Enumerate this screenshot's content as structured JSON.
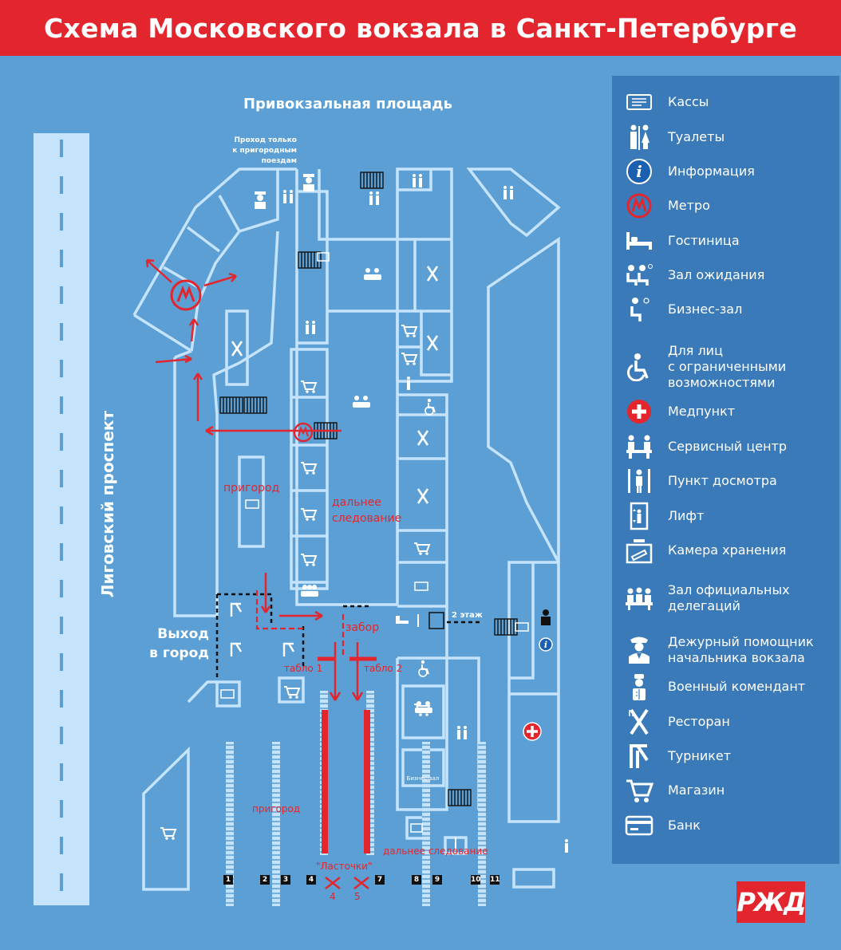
{
  "header": {
    "title": "Схема Московского вокзала в Санкт-Петербурге"
  },
  "map": {
    "square_label": "Привокзальная площадь",
    "street_label": "Лиговский проспект",
    "suburban_pass_note": "Проход только\nк пригородным\nпоездам",
    "exit_label": "Выход\nв город",
    "floor2_label": "2 этаж",
    "business_hall_small": "Бизнес-зал",
    "annotations": {
      "suburban_top": "пригород",
      "long_distance_top": "дальнее\nследование",
      "fence": "забор",
      "board1": "табло 1",
      "board2": "табло 2",
      "suburban_bottom": "пригород",
      "long_distance_bottom": "дальнее следование",
      "lastochki": "\"Ласточки\"",
      "num4": "4",
      "num5": "5"
    },
    "platforms": [
      "1",
      "2",
      "3",
      "4",
      "7",
      "8",
      "9",
      "10",
      "11"
    ],
    "colors": {
      "background": "#5b9fd4",
      "outline": "#c5e4fb",
      "accent": "#e3262d",
      "legend_bg": "#3a7ab8"
    }
  },
  "legend": {
    "items": [
      {
        "icon": "ticket-office-icon",
        "label": "Кассы"
      },
      {
        "icon": "toilet-icon",
        "label": "Туалеты"
      },
      {
        "icon": "info-icon",
        "label": "Информация"
      },
      {
        "icon": "metro-icon",
        "label": "Метро"
      },
      {
        "icon": "hotel-bed-icon",
        "label": "Гостиница"
      },
      {
        "icon": "waiting-room-icon",
        "label": "Зал ожидания"
      },
      {
        "icon": "business-lounge-icon",
        "label": "Бизнес-зал"
      },
      {
        "icon": "wheelchair-icon",
        "label": "Для лиц\nс ограниченными\nвозможностями"
      },
      {
        "icon": "medical-cross-icon",
        "label": "Медпункт"
      },
      {
        "icon": "service-center-icon",
        "label": "Сервисный центр"
      },
      {
        "icon": "security-check-icon",
        "label": "Пункт досмотра"
      },
      {
        "icon": "elevator-icon",
        "label": "Лифт"
      },
      {
        "icon": "luggage-storage-icon",
        "label": "Камера хранения"
      },
      {
        "icon": "delegation-hall-icon",
        "label": "Зал официальных\nделегаций"
      },
      {
        "icon": "station-officer-icon",
        "label": "Дежурный помощник\nначальника вокзала"
      },
      {
        "icon": "military-commandant-icon",
        "label": "Военный комендант"
      },
      {
        "icon": "restaurant-icon",
        "label": "Ресторан"
      },
      {
        "icon": "turnstile-icon",
        "label": "Турникет"
      },
      {
        "icon": "shop-cart-icon",
        "label": "Магазин"
      },
      {
        "icon": "bank-card-icon",
        "label": "Банк"
      }
    ]
  },
  "logo": {
    "text": "РЖД"
  }
}
